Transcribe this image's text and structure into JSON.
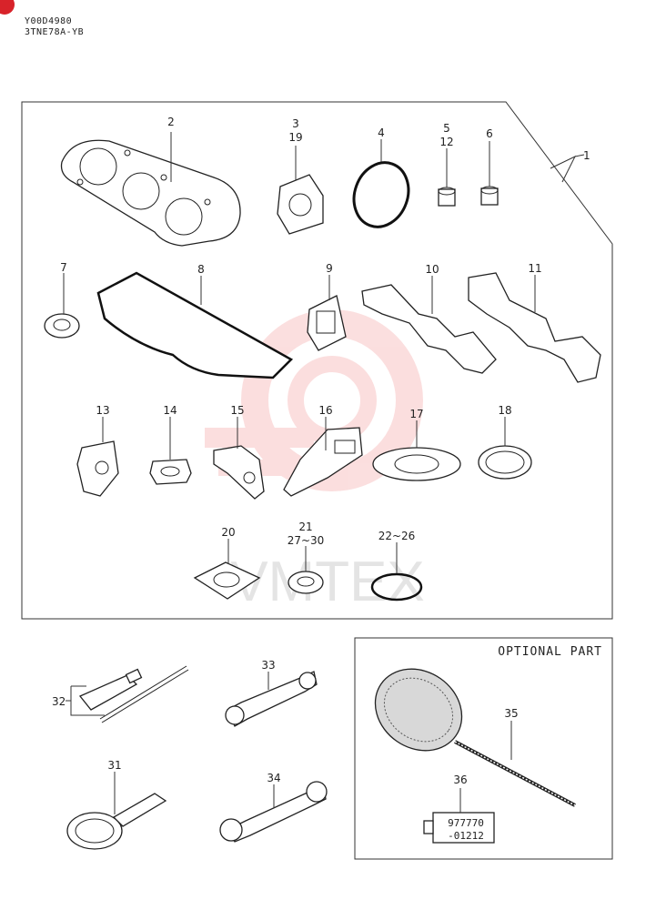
{
  "header": {
    "code": "Y00D4980",
    "model": "3TNE78A-YB"
  },
  "optional_title": "OPTIONAL PART",
  "tube_text": [
    "977770",
    "-01212"
  ],
  "watermark": "VMTEX",
  "colors": {
    "badge": "#d8232a",
    "watermark": "#f08080"
  },
  "callouts": {
    "c1": "1",
    "c2": "2",
    "c3": "3",
    "c19": "19",
    "c4": "4",
    "c5": "5",
    "c12": "12",
    "c6": "6",
    "c7": "7",
    "c8": "8",
    "c9": "9",
    "c10": "10",
    "c11": "11",
    "c13": "13",
    "c14": "14",
    "c15": "15",
    "c16": "16",
    "c17": "17",
    "c18": "18",
    "c20": "20",
    "c21": "21",
    "c27": "27~30",
    "c22": "22~26",
    "c32": "32",
    "c33": "33",
    "c31": "31",
    "c34": "34",
    "c35": "35",
    "c36": "36"
  }
}
